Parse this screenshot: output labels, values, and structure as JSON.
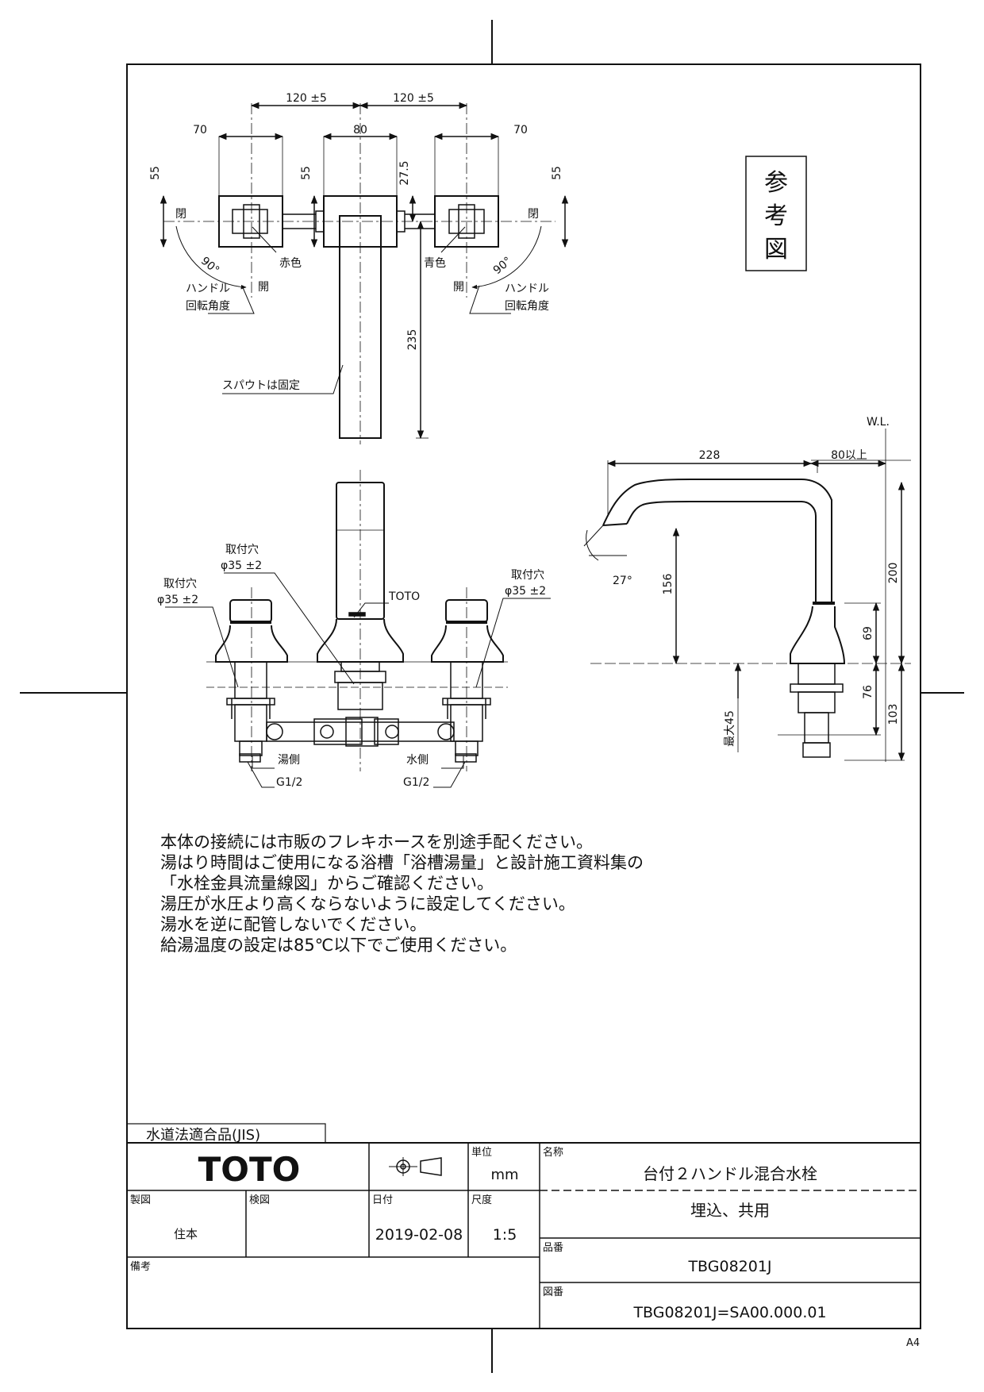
{
  "drawing": {
    "reference_label": "参考図",
    "top_view": {
      "dim_handle_pitch_left": "120 ±5",
      "dim_handle_pitch_right": "120 ±5",
      "dim_handle_width_left": "70",
      "dim_spout_width": "80",
      "dim_handle_width_right": "70",
      "dim_handle_depth_left": "55",
      "dim_spout_depth": "55",
      "dim_offset": "27.5",
      "dim_handle_depth_right": "55",
      "dim_spout_length": "235",
      "label_close_left": "閉",
      "label_close_right": "閉",
      "label_open_left": "開",
      "label_open_right": "開",
      "angle_left": "90°",
      "angle_right": "90°",
      "label_red": "赤色",
      "label_blue": "青色",
      "handle_rotation_left": [
        "ハンドル",
        "回転角度"
      ],
      "handle_rotation_right": [
        "ハンドル",
        "回転角度"
      ],
      "spout_fixed": "スパウトは固定"
    },
    "front_view": {
      "mount_hole_left": [
        "取付穴",
        "φ35 ±2"
      ],
      "mount_hole_center": [
        "取付穴",
        "φ35 ±2"
      ],
      "mount_hole_right": [
        "取付穴",
        "φ35 ±2"
      ],
      "brand_mark": "TOTO",
      "hot_side": "湯側",
      "cold_side": "水側",
      "thread_left": "G1/2",
      "thread_right": "G1/2"
    },
    "side_view": {
      "water_level": "W.L.",
      "dim_reach": "228",
      "dim_clearance": "80以上",
      "angle": "27°",
      "dim_spout_height": "156",
      "dim_total_height": "200",
      "dim_body": "69",
      "dim_below_a": "76",
      "dim_below_b": "103",
      "dim_max_deck": "最大45"
    }
  },
  "notes": [
    "本体の接続には市販のフレキホースを別途手配ください。",
    "湯はり時間はご使用になる浴槽「浴槽湯量」と設計施工資料集の",
    "「水栓金具流量線図」からご確認ください。",
    "湯圧が水圧より高くならないように設定してください。",
    "湯水を逆に配管しないでください。",
    "給湯温度の設定は85℃以下でご使用ください。"
  ],
  "title_block": {
    "compliance": "水道法適合品(JIS)",
    "logo": "TOTO",
    "unit_label": "単位",
    "unit_value": "mm",
    "name_label": "名称",
    "name_line1": "台付２ハンドル混合水栓",
    "name_line2": "埋込、共用",
    "drawn_label": "製図",
    "drawn_value": "住本",
    "checked_label": "検図",
    "checked_value": "",
    "date_label": "日付",
    "date_value": "2019-02-08",
    "scale_label": "尺度",
    "scale_value": "1:5",
    "part_label": "品番",
    "part_value": "TBG08201J",
    "remarks_label": "備考",
    "drawing_no_label": "図番",
    "drawing_no_value": "TBG08201J=SA00.000.01",
    "sheet_size": "A4"
  }
}
